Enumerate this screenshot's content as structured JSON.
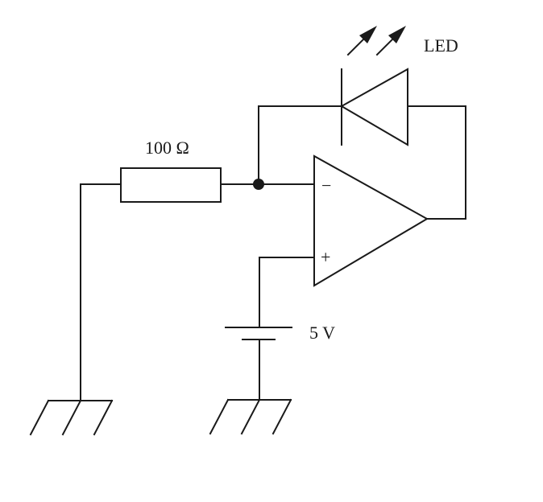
{
  "diagram": {
    "resistor_label": "100 Ω",
    "led_label": "LED",
    "battery_label": "5 V",
    "opamp_inverting_sign": "−",
    "opamp_noninverting_sign": "+"
  },
  "colors": {
    "stroke": "#1a1a1a",
    "background": "#ffffff"
  }
}
